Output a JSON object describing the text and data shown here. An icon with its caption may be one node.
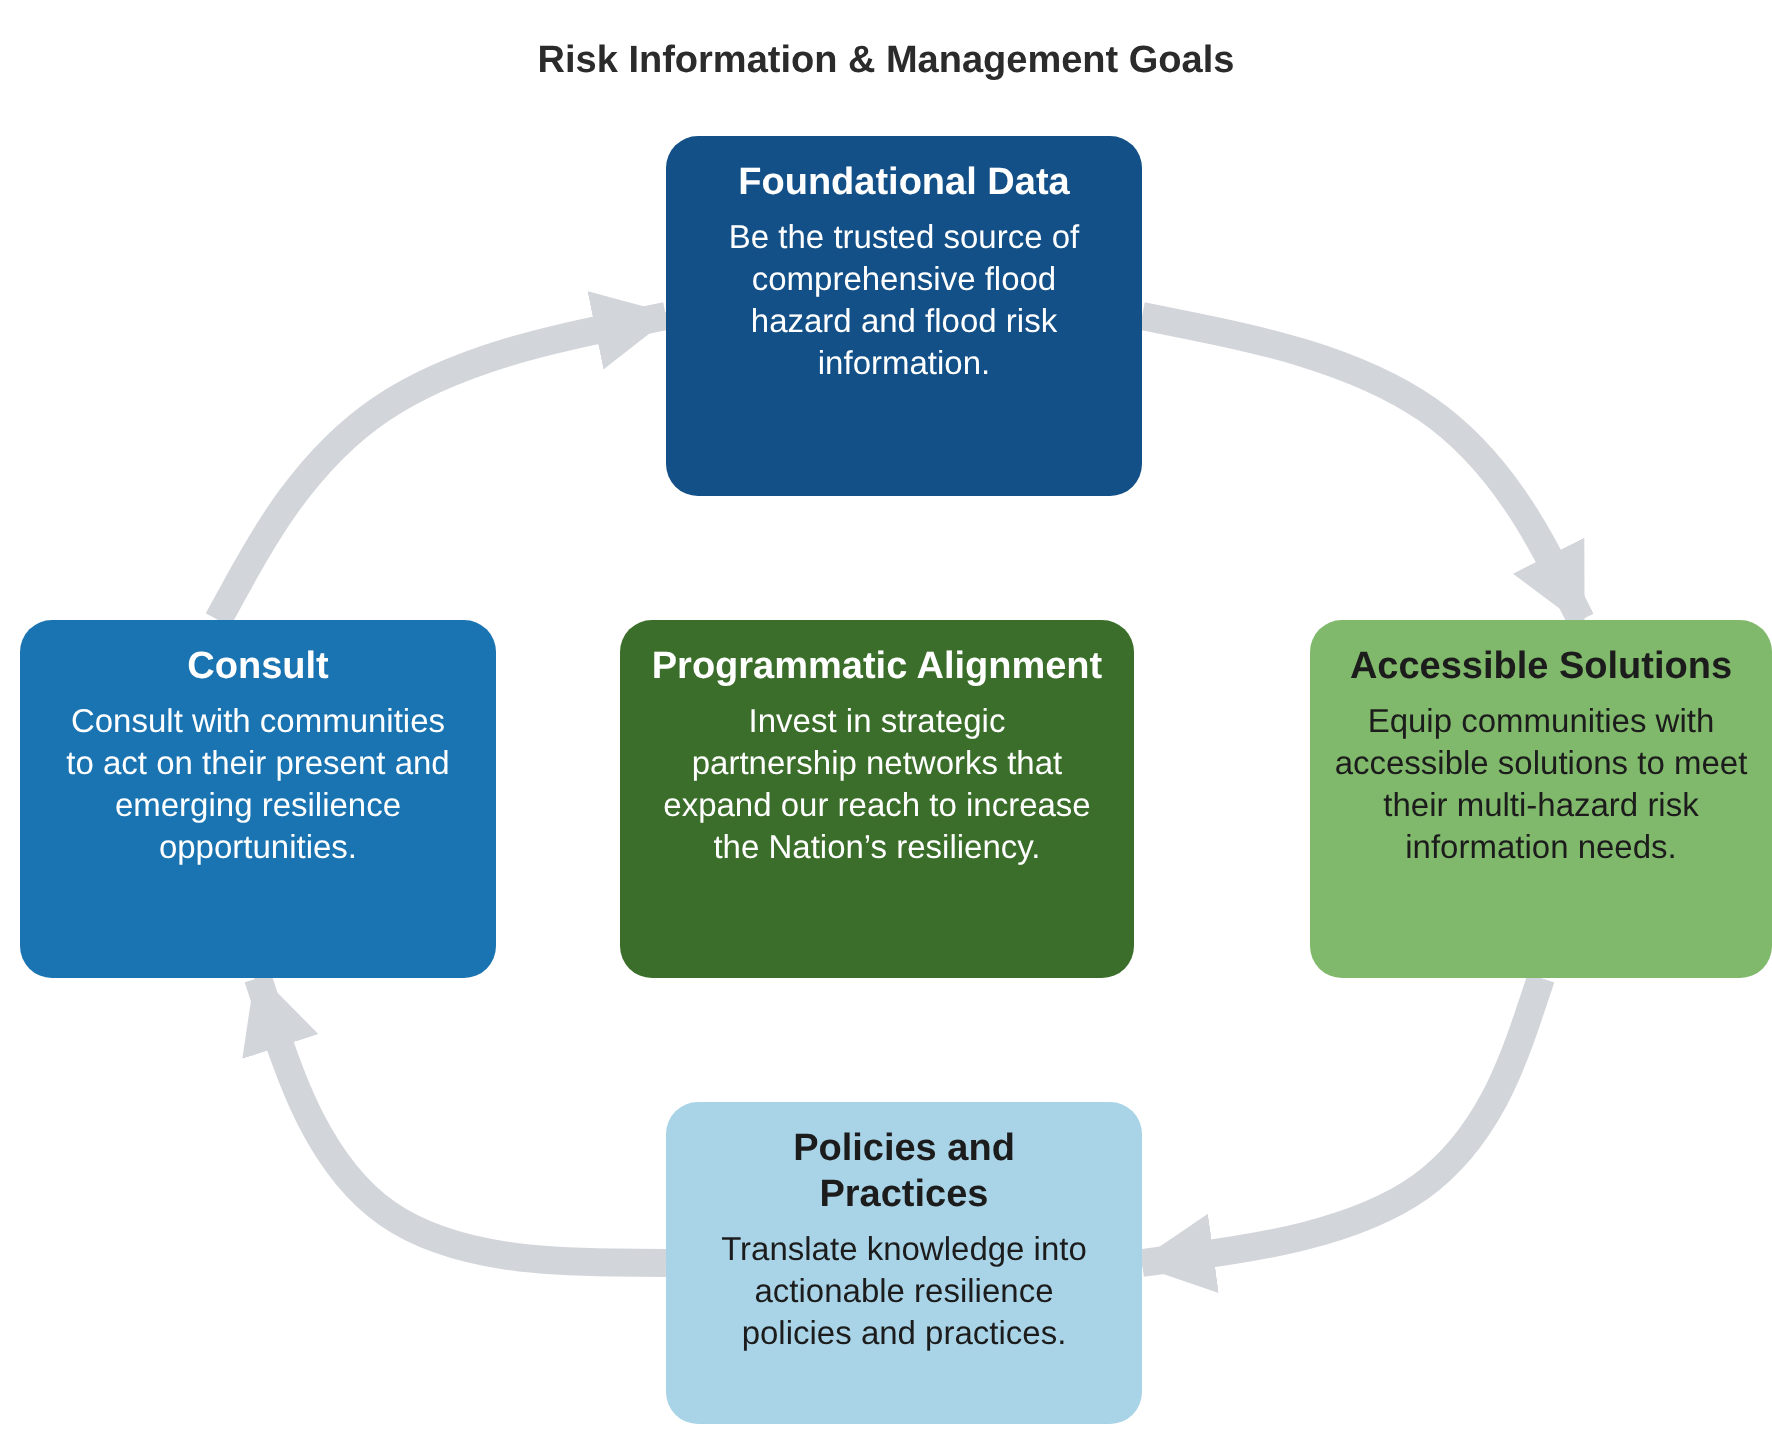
{
  "diagram": {
    "title": "Risk Information & Management Goals",
    "nodes": [
      {
        "text": [
          "Foundational Data",
          "Be the trusted source of comprehensive flood hazard and flood risk information."
        ]
      },
      {
        "text": [
          "Consult",
          "Consult with communities to act on their present and emerging resilience opportunities."
        ]
      },
      {
        "text": [
          "Programmatic Alignment",
          "Invest in strategic partnership networks that expand our reach to increase the Nation’s resiliency."
        ]
      },
      {
        "text": [
          "Accessible Solutions",
          "Equip communities with accessible solutions to meet their multi-hazard risk information needs."
        ]
      },
      {
        "text": [
          "Policies and Practices",
          "Translate knowledge into actionable resilience policies and practices."
        ]
      }
    ],
    "edges": [
      {
        "from": 1,
        "to": 0,
        "arrow": "to"
      },
      {
        "from": 0,
        "to": 3,
        "arrow": "to"
      },
      {
        "from": 3,
        "to": 4,
        "arrow": "to"
      },
      {
        "from": 4,
        "to": 1,
        "arrow": "to"
      }
    ]
  }
}
